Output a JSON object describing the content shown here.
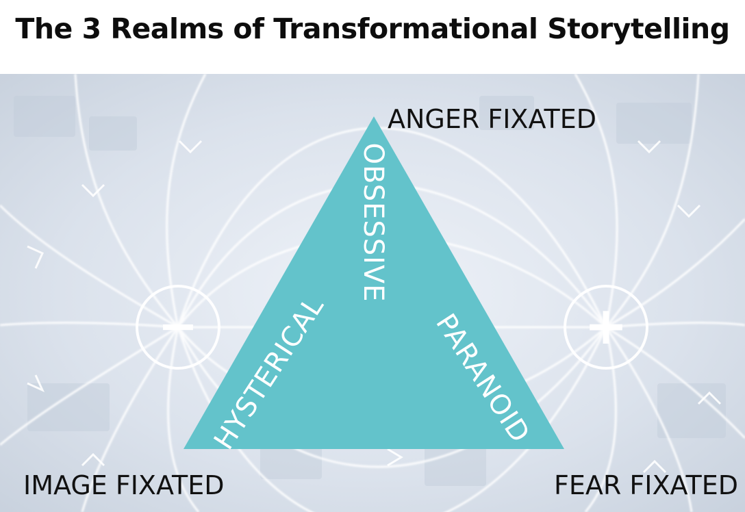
{
  "title": "The 3 Realms of Transformational Storytelling",
  "diagram": {
    "vertices": {
      "top": "ANGER FIXATED",
      "bottom_left": "IMAGE FIXATED",
      "bottom_right": "FEAR FIXATED"
    },
    "sides": {
      "vertical": "OBSESSIVE",
      "left": "HYSTERICAL",
      "right": "PARANOID"
    },
    "charges": {
      "left": "−",
      "right": "+"
    }
  },
  "colors": {
    "triangle": "#63c3cb",
    "background": "#dde3ec",
    "field_lines": "#ffffff",
    "label_text": "#111111",
    "side_text": "#ffffff"
  }
}
